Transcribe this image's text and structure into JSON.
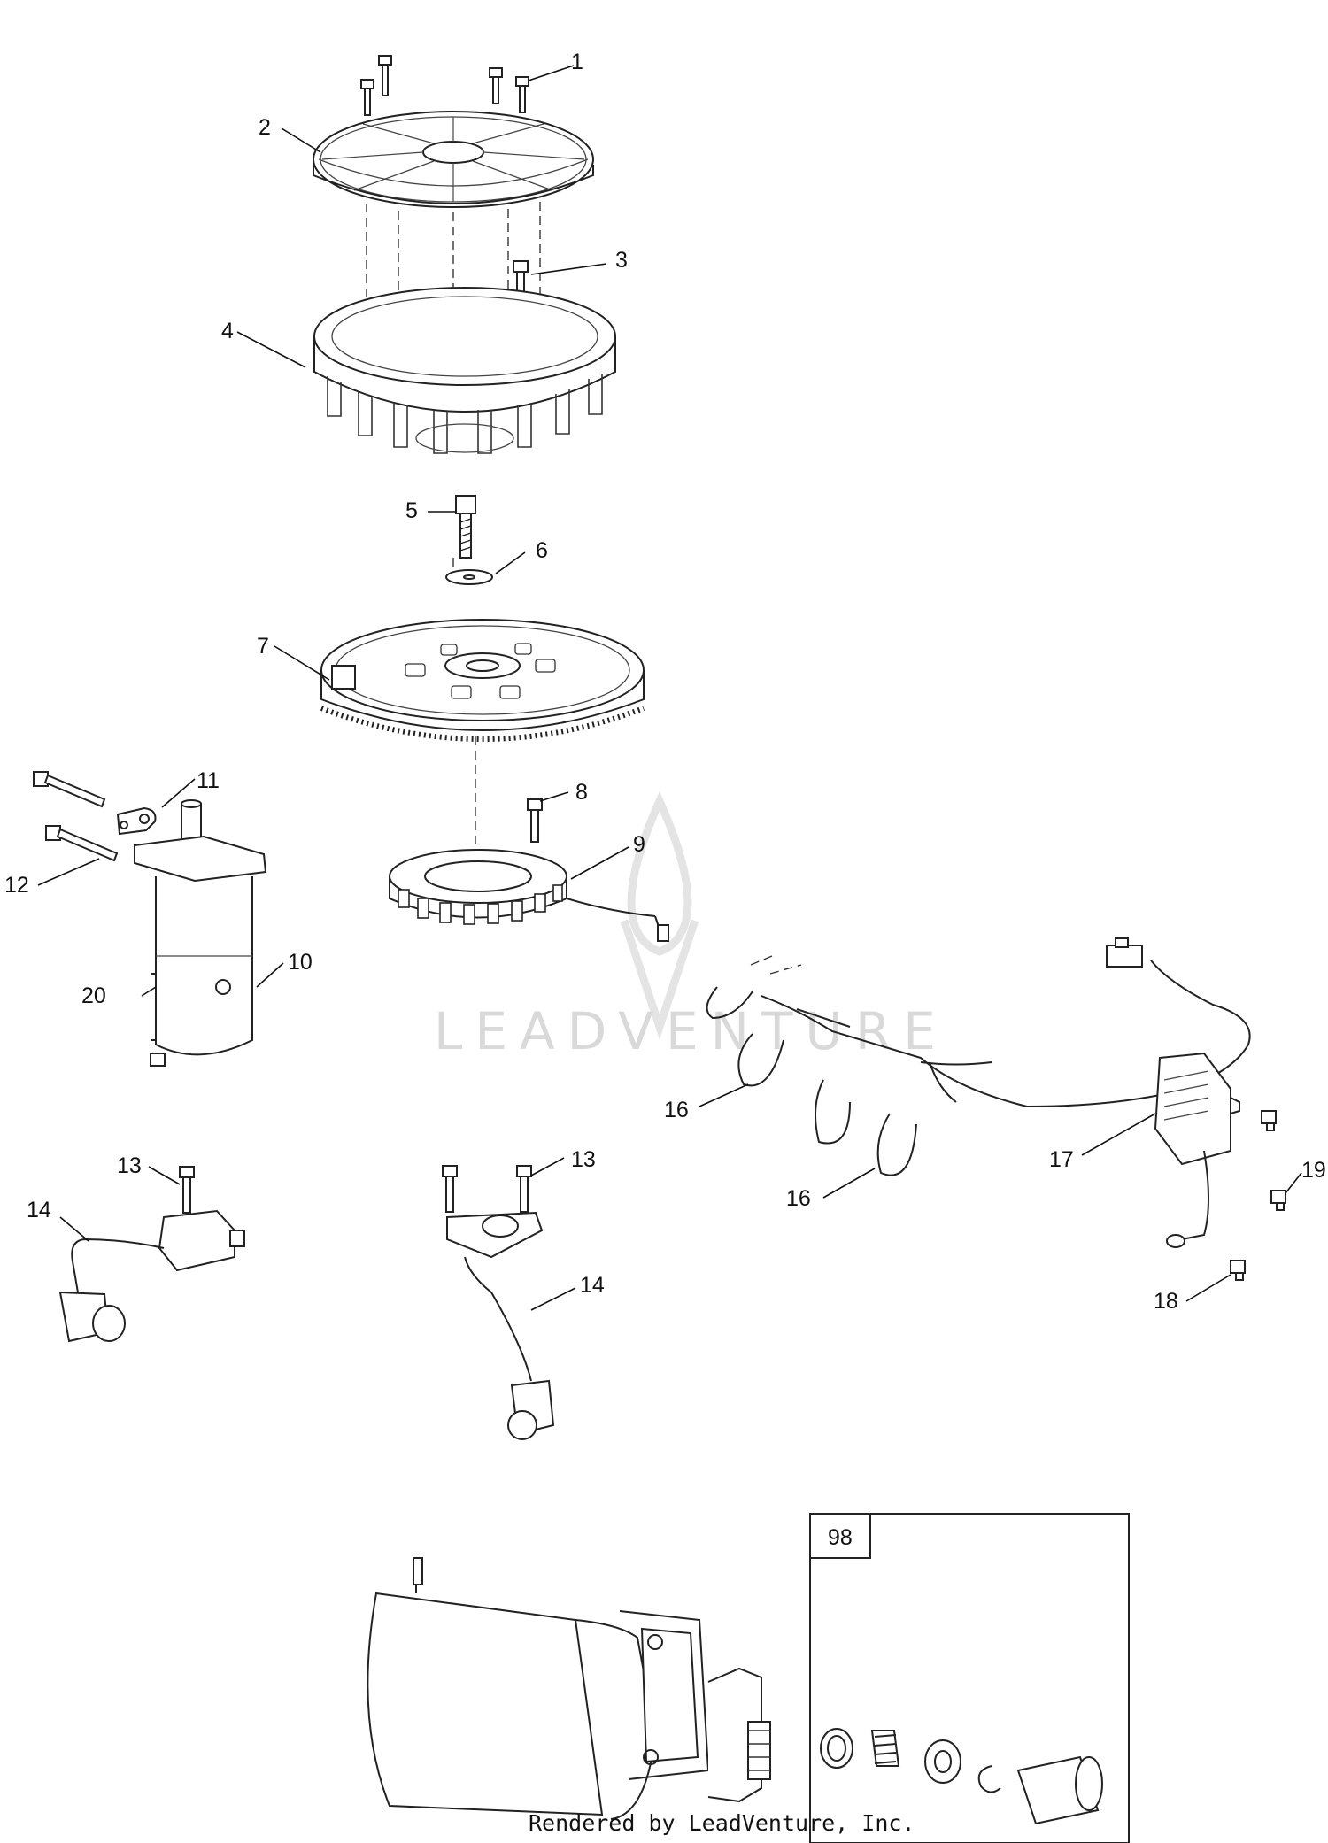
{
  "callouts": [
    {
      "id": "c1",
      "text": "1"
    },
    {
      "id": "c2",
      "text": "2"
    },
    {
      "id": "c3",
      "text": "3"
    },
    {
      "id": "c4",
      "text": "4"
    },
    {
      "id": "c5",
      "text": "5"
    },
    {
      "id": "c6",
      "text": "6"
    },
    {
      "id": "c7",
      "text": "7"
    },
    {
      "id": "c8",
      "text": "8"
    },
    {
      "id": "c9",
      "text": "9"
    },
    {
      "id": "c10",
      "text": "10"
    },
    {
      "id": "c11",
      "text": "11"
    },
    {
      "id": "c12",
      "text": "12"
    },
    {
      "id": "c13a",
      "text": "13"
    },
    {
      "id": "c13b",
      "text": "13"
    },
    {
      "id": "c14a",
      "text": "14"
    },
    {
      "id": "c14b",
      "text": "14"
    },
    {
      "id": "c16a",
      "text": "16"
    },
    {
      "id": "c16b",
      "text": "16"
    },
    {
      "id": "c17",
      "text": "17"
    },
    {
      "id": "c18",
      "text": "18"
    },
    {
      "id": "c19",
      "text": "19"
    },
    {
      "id": "c20",
      "text": "20"
    }
  ],
  "kit_box": {
    "label": "98"
  },
  "watermark": "LEADVENTURE",
  "credit": "Rendered by LeadVenture, Inc.",
  "colors": {
    "line": "#222222",
    "watermark": "#d9d9d9",
    "background": "#ffffff"
  }
}
